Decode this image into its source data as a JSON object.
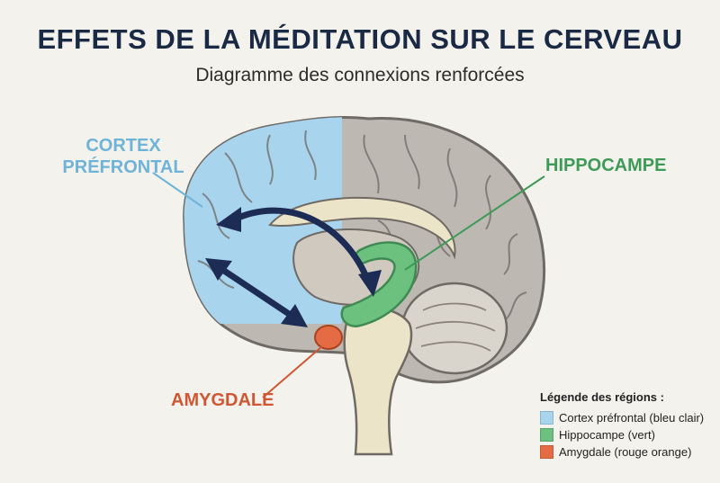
{
  "header": {
    "title": "EFFETS DE LA MÉDITATION SUR LE CERVEAU",
    "subtitle": "Diagramme des connexions renforcées"
  },
  "regions": {
    "cortex": {
      "label": "CORTEX PRÉFRONTAL",
      "color": "#a9d4ee"
    },
    "hippocampe": {
      "label": "HIPPOCAMPE",
      "color": "#6cc17e"
    },
    "amygdale": {
      "label": "AMYGDALE",
      "color": "#e46b43"
    }
  },
  "legend": {
    "title": "Légende des régions :",
    "items": [
      {
        "label": "Cortex préfrontal (bleu clair)",
        "color": "#a9d4ee"
      },
      {
        "label": "Hippocampe (vert)",
        "color": "#6cc17e"
      },
      {
        "label": "Amygdale (rouge orange)",
        "color": "#e46b43"
      }
    ]
  },
  "colors": {
    "brain_gray": "#bdb9b2",
    "outline": "#6f6a64",
    "arrow": "#1d2c55",
    "inner_beige": "#ece4c8"
  }
}
